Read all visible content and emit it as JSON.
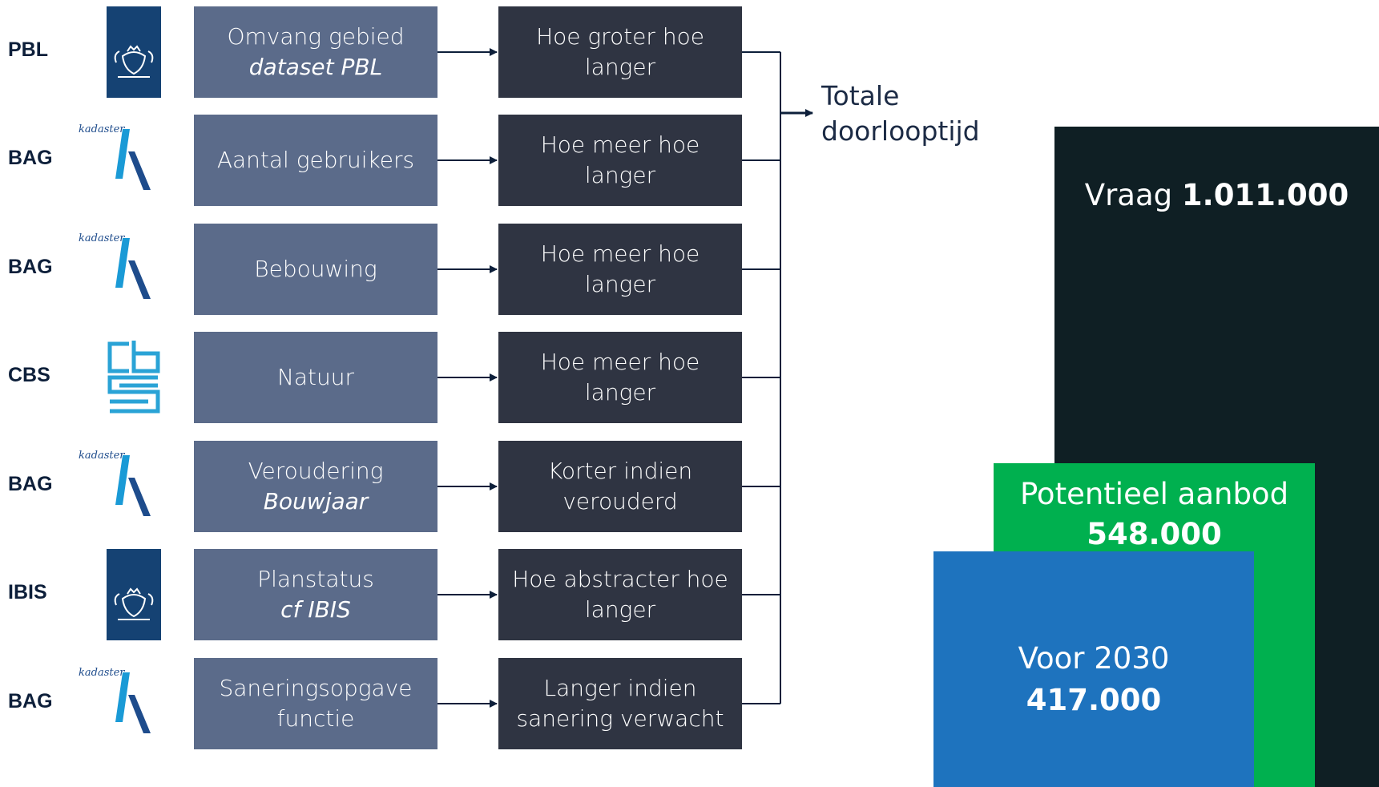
{
  "rows": [
    {
      "source": "PBL",
      "logo": "rijksoverheid-logo",
      "factor": "Omvang gebied",
      "factor_sub": "dataset PBL",
      "effect": "Hoe groter hoe langer"
    },
    {
      "source": "BAG",
      "logo": "kadaster-logo",
      "factor": "Aantal gebruikers",
      "factor_sub": "",
      "effect": "Hoe meer hoe langer"
    },
    {
      "source": "BAG",
      "logo": "kadaster-logo",
      "factor": "Bebouwing",
      "factor_sub": "",
      "effect": "Hoe meer hoe langer"
    },
    {
      "source": "CBS",
      "logo": "cbs-logo",
      "factor": "Natuur",
      "factor_sub": "",
      "effect": "Hoe meer hoe langer"
    },
    {
      "source": "BAG",
      "logo": "kadaster-logo",
      "factor": "Veroudering",
      "factor_sub": "Bouwjaar",
      "effect": "Korter indien verouderd"
    },
    {
      "source": "IBIS",
      "logo": "rijksoverheid-logo",
      "factor": "Planstatus",
      "factor_sub": "cf IBIS",
      "effect": "Hoe abstracter hoe langer"
    },
    {
      "source": "BAG",
      "logo": "kadaster-logo",
      "factor": "Saneringsopgave functie",
      "factor_sub": "",
      "effect": "Langer indien sanering verwacht"
    }
  ],
  "kadaster_text": "kadaster",
  "total_label": "Totale doorlooptijd",
  "squares": {
    "vraag": {
      "label": "Vraag",
      "value": "1.011.000",
      "color": "#0f1f24"
    },
    "potentieel": {
      "label": "Potentieel aanbod",
      "value": "548.000",
      "color": "#00b04f"
    },
    "voor2030": {
      "label": "Voor 2030",
      "value": "417.000",
      "color": "#1e73be"
    }
  },
  "colors": {
    "factor_box": "#5b6b8a",
    "effect_box": "#2f3442",
    "connector": "#0d1f3a"
  }
}
